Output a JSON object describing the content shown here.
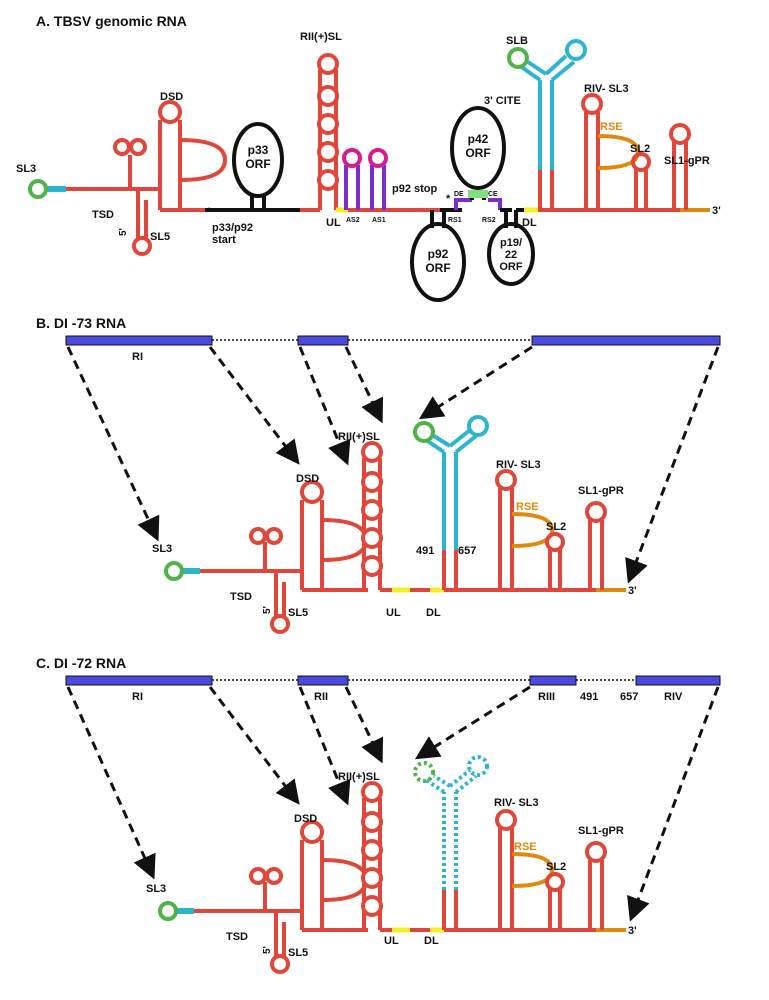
{
  "panels": {
    "a": {
      "title": "A. TBSV genomic RNA",
      "labels": {
        "sl3": "SL3",
        "tsd": "TSD",
        "five_prime": "5'",
        "sl5": "SL5",
        "dsd": "DSD",
        "p33_p92": "p33/p92",
        "start": "start",
        "p33_orf_1": "p33",
        "p33_orf_2": "ORF",
        "rii_sl": "RII(+)SL",
        "ul": "UL",
        "as2": "AS2",
        "as1": "AS1",
        "p92_stop": "p92 stop",
        "p92_orf_1": "p92",
        "p92_orf_2": "ORF",
        "p42_orf_1": "p42",
        "p42_orf_2": "ORF",
        "de": "DE",
        "ce": "CE",
        "rs1": "RS1",
        "rs2": "RS2",
        "p19_1": "p19/",
        "p19_2": "22",
        "p19_3": "ORF",
        "dl": "DL",
        "slb": "SLB",
        "cite": "3' CITE",
        "riv_sl3": "RIV- SL3",
        "rse": "RSE",
        "sl2": "SL2",
        "sl1_gpr": "SL1-gPR",
        "three_prime": "3'"
      }
    },
    "b": {
      "title": "B. DI -73 RNA",
      "labels": {
        "ri": "RI",
        "sl3": "SL3",
        "tsd": "TSD",
        "five_prime": "5'",
        "sl5": "SL5",
        "dsd": "DSD",
        "rii_sl": "RII(+)SL",
        "ul": "UL",
        "dl": "DL",
        "pos_491": "491",
        "pos_657": "657",
        "riv_sl3": "RIV- SL3",
        "rse": "RSE",
        "sl2": "SL2",
        "sl1_gpr": "SL1-gPR",
        "three_prime": "3'"
      }
    },
    "c": {
      "title": "C. DI -72 RNA",
      "labels": {
        "ri": "RI",
        "rii": "RII",
        "riii": "RIII",
        "pos_491": "491",
        "pos_657": "657",
        "riv": "RIV",
        "sl3": "SL3",
        "tsd": "TSD",
        "five_prime": "5'",
        "sl5": "SL5",
        "dsd": "DSD",
        "rii_sl": "RII(+)SL",
        "ul": "UL",
        "dl": "DL",
        "riv_sl3": "RIV- SL3",
        "rse": "RSE",
        "sl2": "SL2",
        "sl1_gpr": "SL1-gPR",
        "three_prime": "3'"
      }
    }
  },
  "colors": {
    "rna": "#e0463a",
    "cite": "#2bb5cf",
    "loop_green": "#4fb34a",
    "orange": "#e08a0c",
    "yellow": "#f4ef28",
    "magenta": "#d41c8f",
    "purple": "#7a2fc8",
    "region_bar": "#4a4ae0",
    "black": "#111111",
    "mint": "#7fe07f"
  }
}
